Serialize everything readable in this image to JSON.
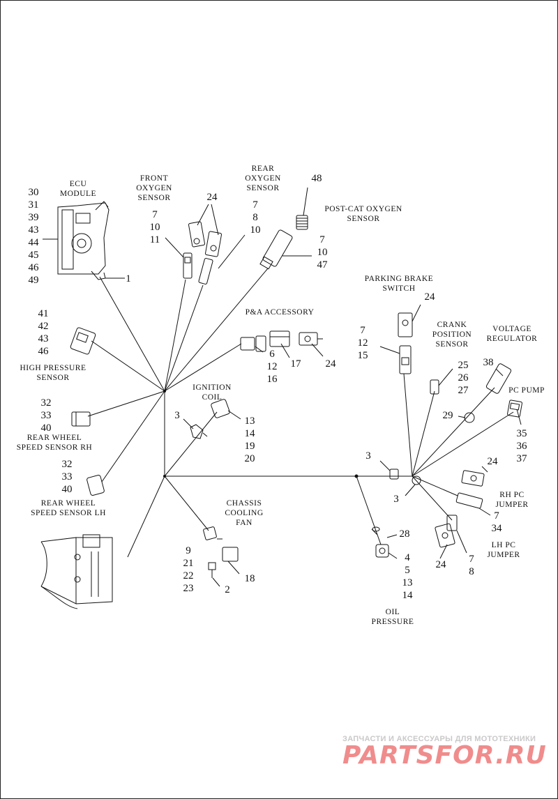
{
  "labels": {
    "ecu": "ECU\nMODULE",
    "front_o2": "FRONT\nOXYGEN\nSENSOR",
    "rear_o2": "REAR\nOXYGEN\nSENSOR",
    "postcat": "POST-CAT OXYGEN\nSENSOR",
    "pa_accessory": "P&A ACCESSORY",
    "high_pressure": "HIGH PRESSURE\nSENSOR",
    "ignition_coil": "IGNITION\nCOIL",
    "rws_rh": "REAR WHEEL\nSPEED SENSOR RH",
    "rws_lh": "REAR WHEEL\nSPEED SENSOR LH",
    "chassis_fan": "CHASSIS\nCOOLING\nFAN",
    "parking_brake": "PARKING BRAKE\nSWITCH",
    "crank": "CRANK\nPOSITION\nSENSOR",
    "voltage_reg": "VOLTAGE\nREGULATOR",
    "pc_pump": "PC PUMP",
    "rh_pc": "RH PC\nJUMPER",
    "lh_pc": "LH PC\nJUMPER",
    "oil_pressure": "OIL\nPRESSURE"
  },
  "callouts": {
    "ecu": "30\n31\n39\n43\n44\n45\n46\n49",
    "ecu_1": "1",
    "front_o2_top": "24",
    "front_o2": "7\n10\n11",
    "rear_o2": "7\n8\n10",
    "postcat_48": "48",
    "postcat": "7\n10\n47",
    "high_pressure": "41\n42\n43\n46",
    "pa_6": "6\n12\n16",
    "pa_17": "17",
    "pa_24": "24",
    "ign_3": "3",
    "ign_coil": "13\n14\n19\n20",
    "rws_rh": "32\n33\n40",
    "rws_lh": "32\n33\n40",
    "fan_9": "9\n21\n22\n23",
    "fan_18": "18",
    "fan_2": "2",
    "pbs_24": "24",
    "pbs": "7\n12\n15",
    "crank": "25\n26\n27",
    "vreg_38": "38",
    "vreg_29": "29",
    "pcpump": "35\n36\n37",
    "junction_3a": "3",
    "junction_3b": "3",
    "oil_28": "28",
    "oil": "4\n5\n13\n14",
    "rh_24": "24",
    "rh": "7\n34",
    "lh_24": "24",
    "lh": "7\n8"
  },
  "watermark": {
    "tagline": "ЗАПЧАСТИ И АКСЕССУАРЫ ДЛЯ МОТОТЕХНИКИ",
    "brand": "PARTSFOR.RU"
  }
}
